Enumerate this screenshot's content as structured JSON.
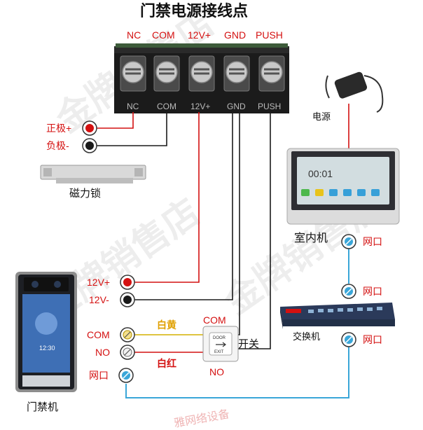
{
  "title": "门禁电源接线点",
  "terminals": [
    "NC",
    "COM",
    "12V+",
    "GND",
    "PUSH"
  ],
  "lock": {
    "positive": "正极+",
    "negative": "负极-",
    "name": "磁力锁"
  },
  "power_label": "电源",
  "indoor_label": "室内机",
  "indoor_time": "00:01",
  "network_label": "网口",
  "switch_label": "交换机",
  "controller": {
    "v12p": "12V+",
    "v12m": "12V-",
    "com": "COM",
    "no": "NO",
    "net": "网口",
    "name": "门禁机",
    "time": "12:30"
  },
  "button": {
    "com": "COM",
    "no": "NO",
    "yellow": "白黄",
    "red": "白红",
    "switch": "开关",
    "face_top": "DOOR",
    "face_bottom": "EXIT"
  },
  "watermark": "金牌销售店",
  "watermark2": "雅网络设备",
  "colors": {
    "red": "#d41010",
    "blue_wire": "#3aa6d8",
    "dark": "#1a1a1a"
  }
}
